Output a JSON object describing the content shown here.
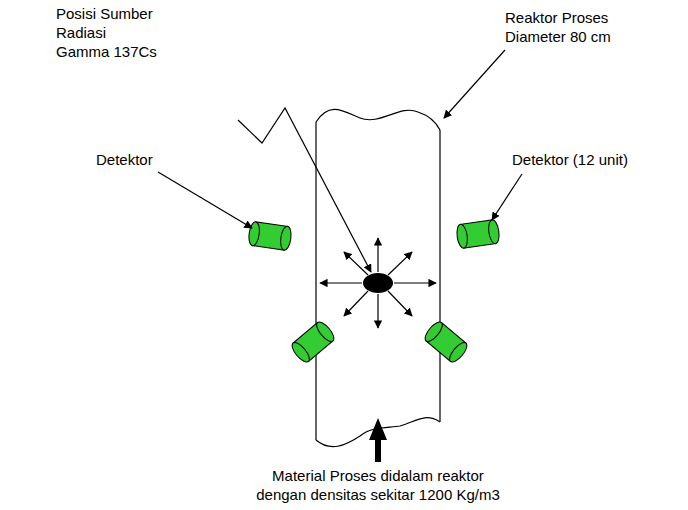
{
  "diagram": {
    "labels": [
      "Posisi Sumber Radiasi Gamma 137Cs",
      "Reaktor Proses Diameter 80 cm",
      "Detektor",
      "Detektor (12 unit)",
      "Material Proses didalam reaktor dengan densitas sekitar 1200 Kg/m3"
    ]
  }
}
